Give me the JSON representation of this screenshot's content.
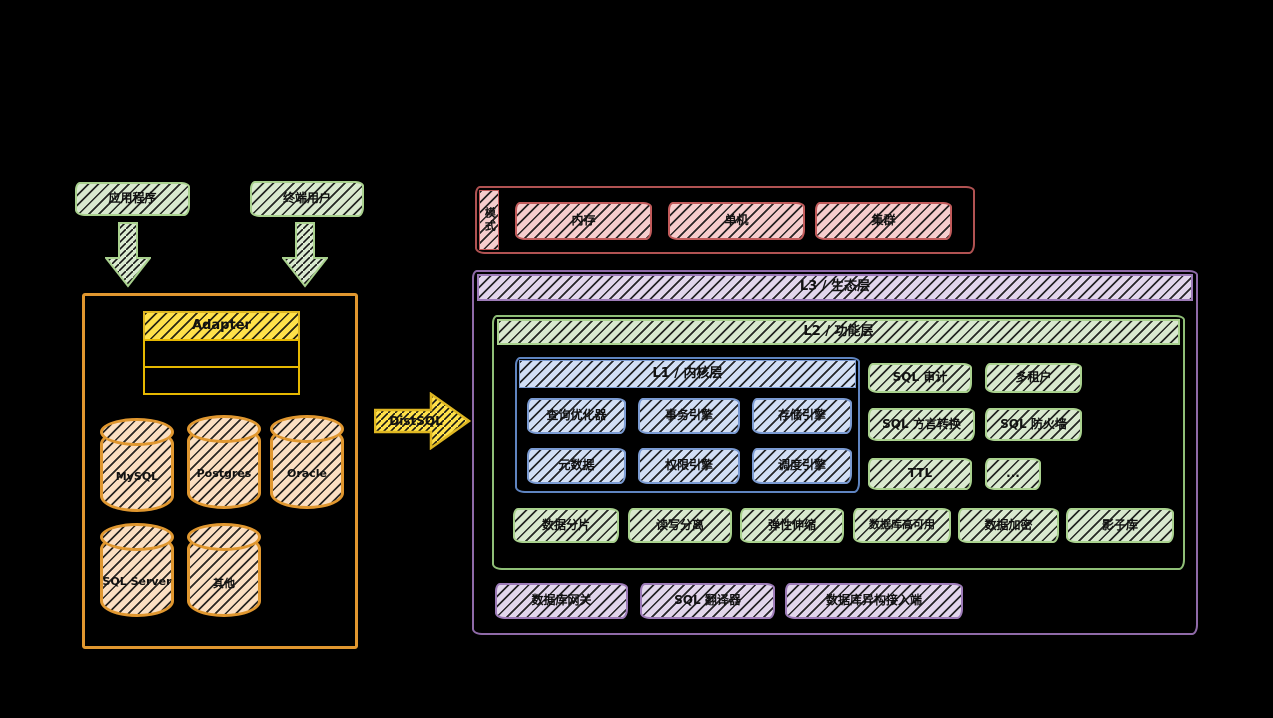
{
  "diagram": {
    "clients": {
      "app": "应用程序",
      "user": "终端用户"
    },
    "storage": {
      "adapter_title": "Adapter",
      "databases": [
        "MySQL",
        "Postgres",
        "Oracle",
        "SQL Server",
        "其他"
      ]
    },
    "flow_arrow_label": "DistSQL",
    "mode": {
      "side_label": "模式",
      "options": [
        "内存",
        "单机",
        "集群"
      ]
    },
    "layers": {
      "l3": {
        "title": "L3 / 生态层",
        "items": [
          "数据库网关",
          "SQL 翻译器",
          "数据库异构接入端"
        ]
      },
      "l2": {
        "title": "L2 / 功能层",
        "features_right": [
          "SQL 审计",
          "多租户",
          "SQL 方言转换",
          "SQL 防火墙",
          "TTL",
          "..."
        ],
        "features_bottom": [
          "数据分片",
          "读写分离",
          "弹性伸缩",
          "数据库高可用",
          "数据加密",
          "影子库"
        ]
      },
      "l1": {
        "title": "L1 / 内核层",
        "engines": [
          "查询优化器",
          "事务引擎",
          "存储引擎",
          "元数据",
          "权限引擎",
          "调度引擎"
        ]
      }
    },
    "colors": {
      "green": "#a9d18e",
      "red": "#c15b5b",
      "purple": "#9d7bb8",
      "blue": "#7b9bd2",
      "yellow": "#ffe14a",
      "orange": "#e0972f",
      "background": "#000000"
    }
  }
}
